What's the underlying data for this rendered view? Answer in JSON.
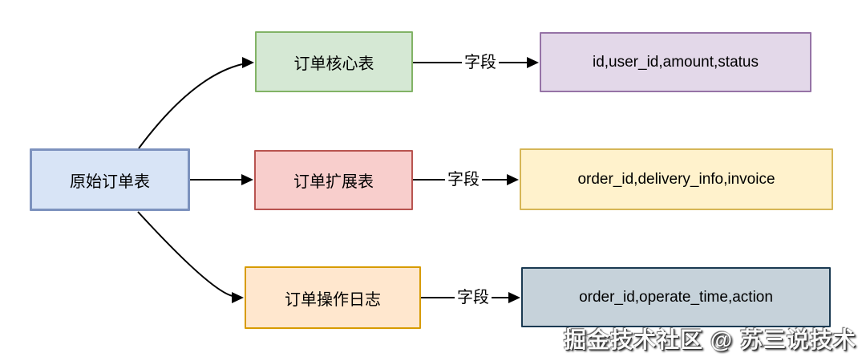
{
  "diagram": {
    "source": {
      "label": "原始订单表",
      "fill": "#D8E4F6",
      "border": "#7D92BE"
    },
    "rows": [
      {
        "table_label": "订单核心表",
        "table_fill": "#D5E8D4",
        "table_border": "#82B366",
        "edge_label": "字段",
        "fields_label": "id,user_id,amount,status",
        "fields_fill": "#E3D8E9",
        "fields_border": "#9673A6"
      },
      {
        "table_label": "订单扩展表",
        "table_fill": "#F8CECC",
        "table_border": "#B85450",
        "edge_label": "字段",
        "fields_label": "order_id,delivery_info,invoice",
        "fields_fill": "#FFF2CC",
        "fields_border": "#D6B656"
      },
      {
        "table_label": "订单操作日志",
        "table_fill": "#FFE7CE",
        "table_border": "#D79B00",
        "edge_label": "字段",
        "fields_label": "order_id,operate_time,action",
        "fields_fill": "#C6D2DA",
        "fields_border": "#1B3A52"
      }
    ],
    "edge_color": "#000000",
    "watermark": "掘金技术社区 @ 苏三说技术"
  }
}
